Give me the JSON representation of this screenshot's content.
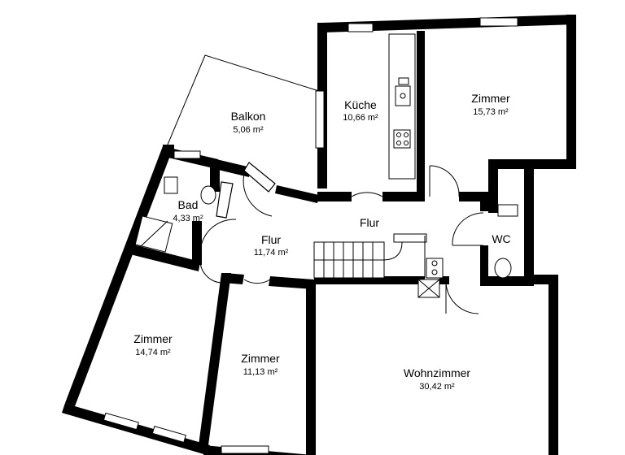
{
  "rooms": {
    "balkon": {
      "name": "Balkon",
      "area": "5,06 m²"
    },
    "kueche": {
      "name": "Küche",
      "area": "10,66 m²"
    },
    "zimmer_ne": {
      "name": "Zimmer",
      "area": "15,73 m²"
    },
    "bad": {
      "name": "Bad",
      "area": "4,33 m²"
    },
    "flur_left": {
      "name": "Flur",
      "area": "11,74 m²"
    },
    "flur_main": {
      "name": "Flur"
    },
    "wc": {
      "name": "WC"
    },
    "zimmer_sw": {
      "name": "Zimmer",
      "area": "14,74 m²"
    },
    "zimmer_s": {
      "name": "Zimmer",
      "area": "11,13 m²"
    },
    "wohnzimmer": {
      "name": "Wohnzimmer",
      "area": "30,42 m²"
    }
  }
}
